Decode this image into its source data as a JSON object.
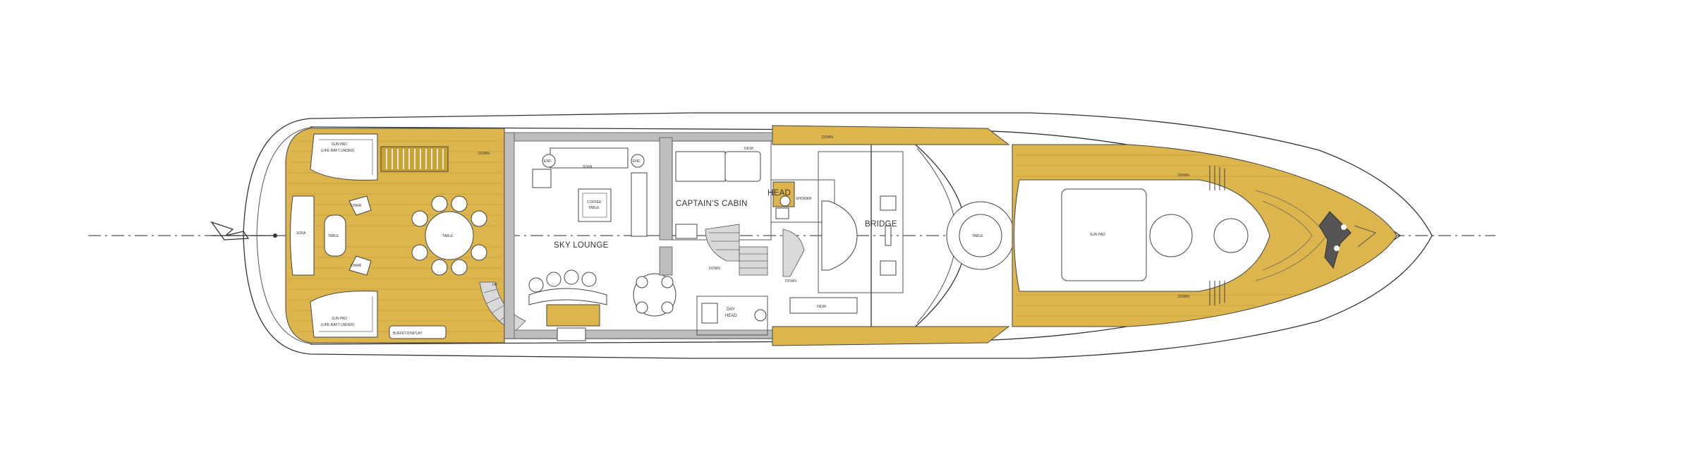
{
  "labels": {
    "sky_lounge": "SKY LOUNGE",
    "captains_cabin": "CAPTAIN'S CABIN",
    "bridge": "BRIDGE",
    "head": "HEAD",
    "day_head_1": "DAY",
    "day_head_2": "HEAD",
    "shower": "SHOWER",
    "desk_top": "DESK",
    "desk_bottom": "DESK",
    "coffee_table_1": "COFFEE",
    "coffee_table_2": "TABLE",
    "buffet_display": "BUFFET/DISPLAY",
    "sun_pad_aft_top_1": "SUN PAD",
    "sun_pad_aft_top_2": "(LIFE RAFT UNDER)",
    "sun_pad_aft_bottom_1": "SUN PAD",
    "sun_pad_aft_bottom_2": "(LIFE RAFT UNDER)",
    "sun_pad_fore": "SUN PAD",
    "table_aft": "TABLE",
    "table_dining": "TABLE",
    "table_fore": "TABLE",
    "chair_top": "CHAIR",
    "chair_bottom": "CHAIR",
    "down_aft": "DOWN",
    "down_stairs": "DOWN",
    "down_stair_2": "DOWN",
    "down_side_top": "DOWN",
    "down_fore_top": "DOWN",
    "down_fore_bottom": "DOWN",
    "up": "UP",
    "sofa": "SOFA",
    "sofa_2": "SOFA",
    "end_table_1": "END",
    "end_table_2": "END"
  },
  "colors": {
    "deck": "#dcb54c",
    "wall": "#bdbdbd",
    "line": "#333333"
  }
}
